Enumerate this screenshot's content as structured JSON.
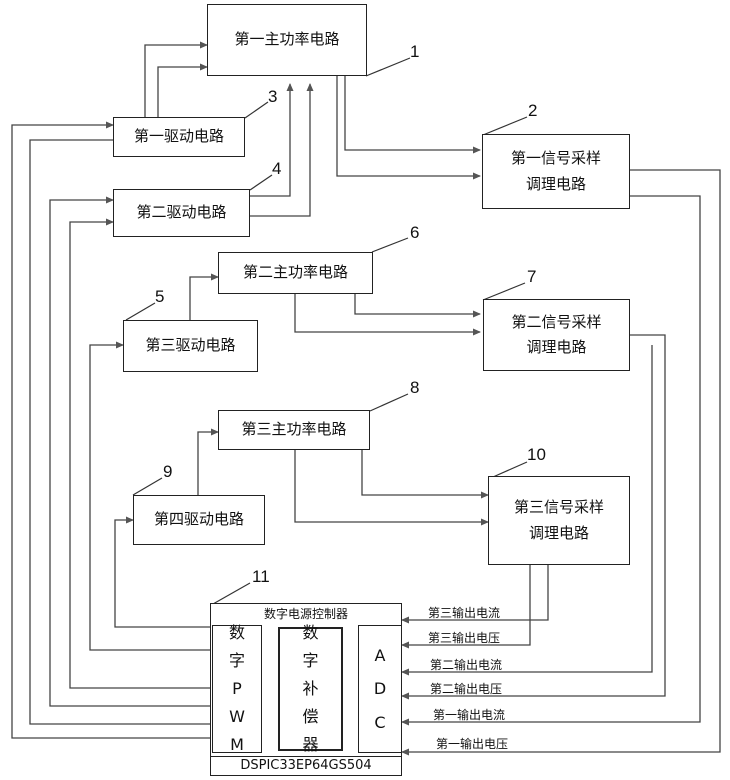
{
  "blocks": {
    "main1": "第一主功率电路",
    "drive1": "第一驱动电路",
    "drive2": "第二驱动电路",
    "sample1_l1": "第一信号采样",
    "sample1_l2": "调理电路",
    "main2": "第二主功率电路",
    "drive3": "第三驱动电路",
    "sample2_l1": "第二信号采样",
    "sample2_l2": "调理电路",
    "main3": "第三主功率电路",
    "drive4": "第四驱动电路",
    "sample3_l1": "第三信号采样",
    "sample3_l2": "调理电路"
  },
  "controller": {
    "title": "数字电源控制器",
    "chip": "DSPIC33EP64GS504",
    "pwm": [
      "数",
      "字",
      "P",
      "W",
      "M"
    ],
    "comp": [
      "数",
      "字",
      "补",
      "偿",
      "器"
    ],
    "adc": [
      "A",
      "D",
      "C"
    ]
  },
  "signals": [
    "第三输出电流",
    "第三输出电压",
    "第二输出电流",
    "第二输出电压",
    "第一输出电流",
    "第一输出电压"
  ],
  "labels": [
    "1",
    "2",
    "3",
    "4",
    "5",
    "6",
    "7",
    "8",
    "9",
    "10",
    "11"
  ]
}
